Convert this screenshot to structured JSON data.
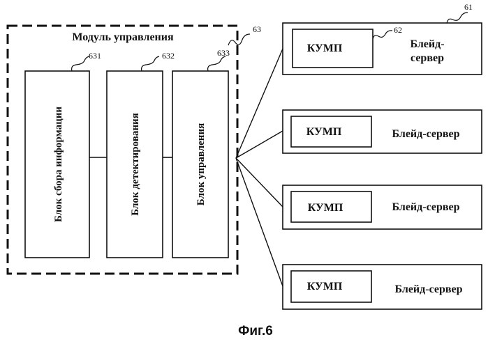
{
  "control_module": {
    "title": "Модуль управления",
    "ref": "63",
    "blocks": [
      {
        "label": "Блок сбора информации",
        "ref": "631"
      },
      {
        "label": "Блок детектирования",
        "ref": "632"
      },
      {
        "label": "Блок управления",
        "ref": "633"
      }
    ]
  },
  "servers": {
    "ref": "61",
    "kump_ref": "62",
    "items": [
      {
        "kump_label": "КУМП",
        "line1": "Блейд-",
        "line2": "сервер"
      },
      {
        "kump_label": "КУМП",
        "line1": "Блейд-сервер",
        "line2": ""
      },
      {
        "kump_label": "КУМП",
        "line1": "Блейд-сервер",
        "line2": ""
      },
      {
        "kump_label": "КУМП",
        "line1": "Блейд-сервер",
        "line2": ""
      }
    ]
  },
  "caption": "Фиг.6"
}
